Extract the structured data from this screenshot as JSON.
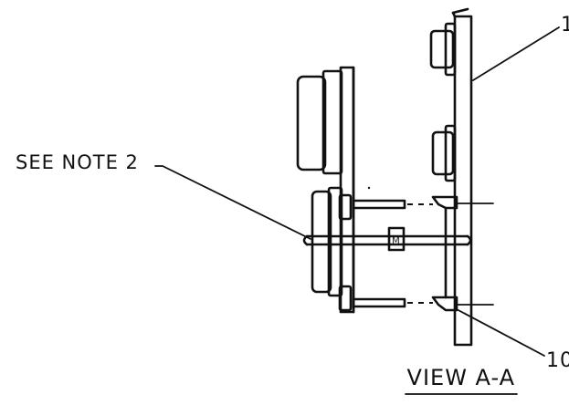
{
  "labels": {
    "note": "SEE NOTE 2",
    "callout_top": "1",
    "callout_bottom": "10",
    "view": "VIEW A-A",
    "clamp_mark": "M"
  }
}
